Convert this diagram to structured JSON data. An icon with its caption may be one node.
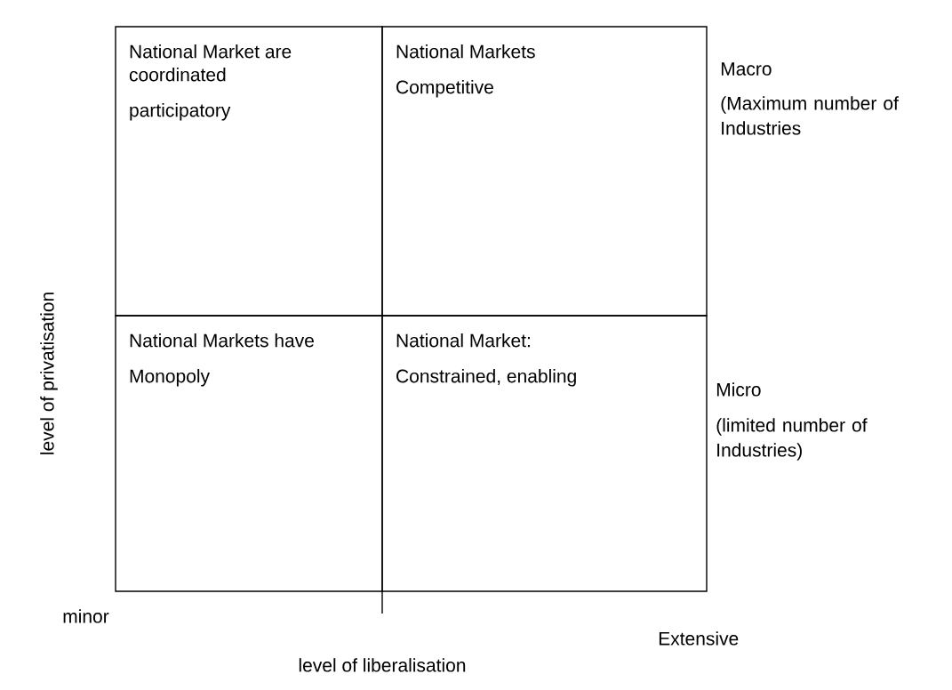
{
  "diagram": {
    "nodes": [
      {
        "text": [
          "National Market are coordinated",
          "participatory"
        ]
      },
      {
        "text": [
          "National Markets",
          "Competitive"
        ]
      },
      {
        "text": [
          "National Markets have",
          "Monopoly"
        ]
      },
      {
        "text": [
          "National Market:",
          "Constrained, enabling"
        ]
      }
    ],
    "labels": [
      "Macro",
      "(Maximum number of Industries",
      "Micro",
      "(limited number of Industries)",
      "level of privatisation",
      "minor",
      "level of liberalisation",
      "Extensive"
    ]
  }
}
